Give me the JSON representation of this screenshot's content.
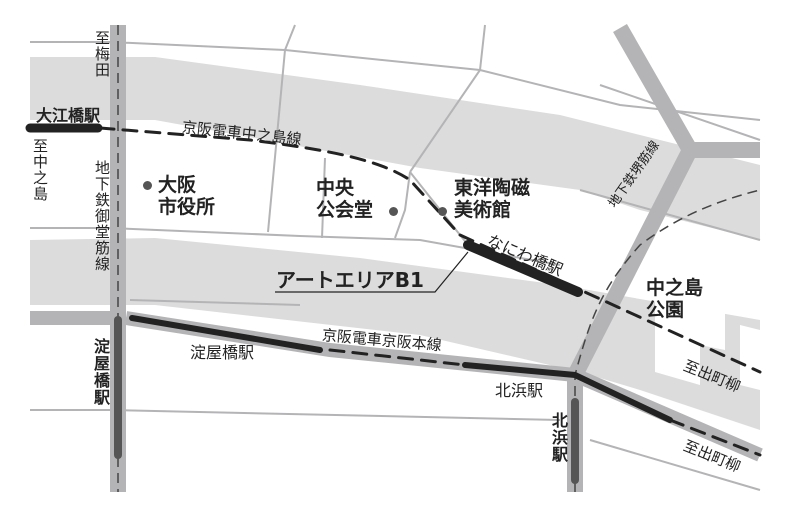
{
  "stations": {
    "oebashi": "大江橋駅",
    "naniwabashi": "なにわ橋駅",
    "yodoyabashi_keihan": "淀屋橋駅",
    "kitahama_keihan": "北浜駅",
    "yodoyabashi_subway": "淀屋橋駅",
    "kitahama_subway": "北浜駅"
  },
  "lines": {
    "nakanoshima": "京阪電車中之島線",
    "keihan_main": "京阪電車京阪本線",
    "midosuji": "地下鉄御堂筋線",
    "sakaisuji": "地下鉄堺筋線"
  },
  "directions": {
    "umeda": "至梅田",
    "nakanoshima": "至中之島",
    "demachiyanagi_1": "至出町柳",
    "demachiyanagi_2": "至出町柳"
  },
  "landmarks": {
    "city_hall": "大阪\n市役所",
    "public_hall": "中央\n公会堂",
    "museum": "東洋陶磁\n美術館",
    "park": "中之島\n公園"
  },
  "target": "アートエリアB1",
  "colors": {
    "river": "#dcdcdc",
    "road": "#b4b4b6",
    "rail": "#222222",
    "station_bar": "#555555"
  }
}
